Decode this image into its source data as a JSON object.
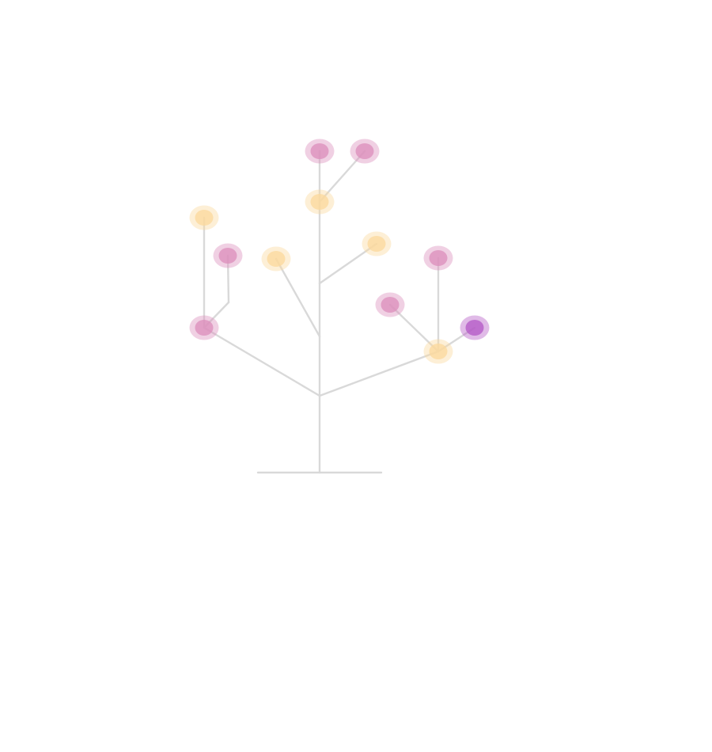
{
  "diagram": {
    "kind": "tree",
    "edge_color": "#d9d9d9",
    "palette": {
      "pink": "#dc8fbc",
      "peach": "#fbd99d",
      "purple": "#b55ac6"
    },
    "nodes": [
      {
        "id": "root",
        "parent": null,
        "type": "ground"
      },
      {
        "id": "n1",
        "parent": "root",
        "type": "branch-point"
      },
      {
        "id": "n2",
        "parent": "n1",
        "type": "bud",
        "color": "pink"
      },
      {
        "id": "n3",
        "parent": "n1",
        "type": "bud",
        "color": "peach"
      },
      {
        "id": "n4",
        "parent": "n1",
        "type": "branch-point"
      },
      {
        "id": "n5",
        "parent": "n4",
        "type": "branch-point"
      },
      {
        "id": "n6",
        "parent": "n5",
        "type": "bud",
        "color": "peach"
      },
      {
        "id": "n7",
        "parent": "n6",
        "type": "bud",
        "color": "pink"
      },
      {
        "id": "n8",
        "parent": "n6",
        "type": "bud",
        "color": "pink"
      },
      {
        "id": "n9",
        "parent": "n5",
        "type": "bud",
        "color": "peach"
      },
      {
        "id": "n10",
        "parent": "n4",
        "type": "bud",
        "color": "peach"
      },
      {
        "id": "n11",
        "parent": "n2",
        "type": "bud",
        "color": "peach"
      },
      {
        "id": "n12",
        "parent": "n2",
        "type": "branch-point"
      },
      {
        "id": "n13",
        "parent": "n12",
        "type": "bud",
        "color": "pink"
      },
      {
        "id": "n14",
        "parent": "n3",
        "type": "bud",
        "color": "pink"
      },
      {
        "id": "n15",
        "parent": "n3",
        "type": "bud",
        "color": "pink"
      },
      {
        "id": "n16",
        "parent": "n3",
        "type": "bud",
        "color": "purple"
      }
    ]
  }
}
